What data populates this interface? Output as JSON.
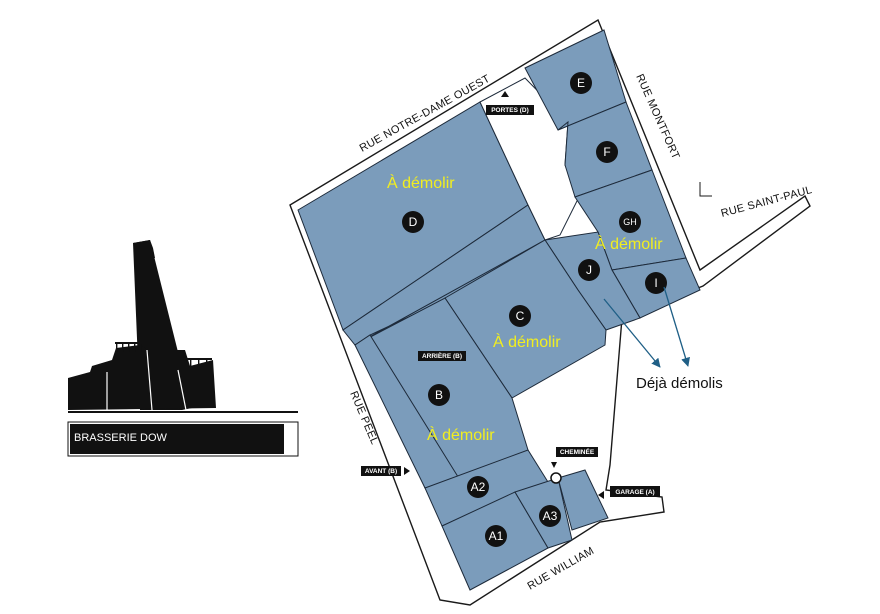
{
  "streets": {
    "notre_dame": "RUE NOTRE-DAME OUEST",
    "montfort": "RUE MONTFORT",
    "saint_paul": "RUE SAINT-PAUL",
    "peel": "RUE PEEL",
    "william": "RUE WILLIAM"
  },
  "buildings": {
    "D": "D",
    "E": "E",
    "F": "F",
    "GH": "GH",
    "I": "I",
    "J": "J",
    "C": "C",
    "B": "B",
    "A1": "A1",
    "A2": "A2",
    "A3": "A3"
  },
  "status": {
    "demolish": "À démolir",
    "already_demolished": "Déjà démolis"
  },
  "tags": {
    "portes": "PORTES (D)",
    "arriere": "ARRIÈRE (B)",
    "avant": "AVANT (B)",
    "cheminee": "CHEMINÉE",
    "garage": "GARAGE (A)"
  },
  "legend": {
    "brewery": "BRASSERIE DOW"
  },
  "colors": {
    "building": "#7b9cbb",
    "label_yellow": "#f2ee1f",
    "arrow": "#1f5f86"
  }
}
